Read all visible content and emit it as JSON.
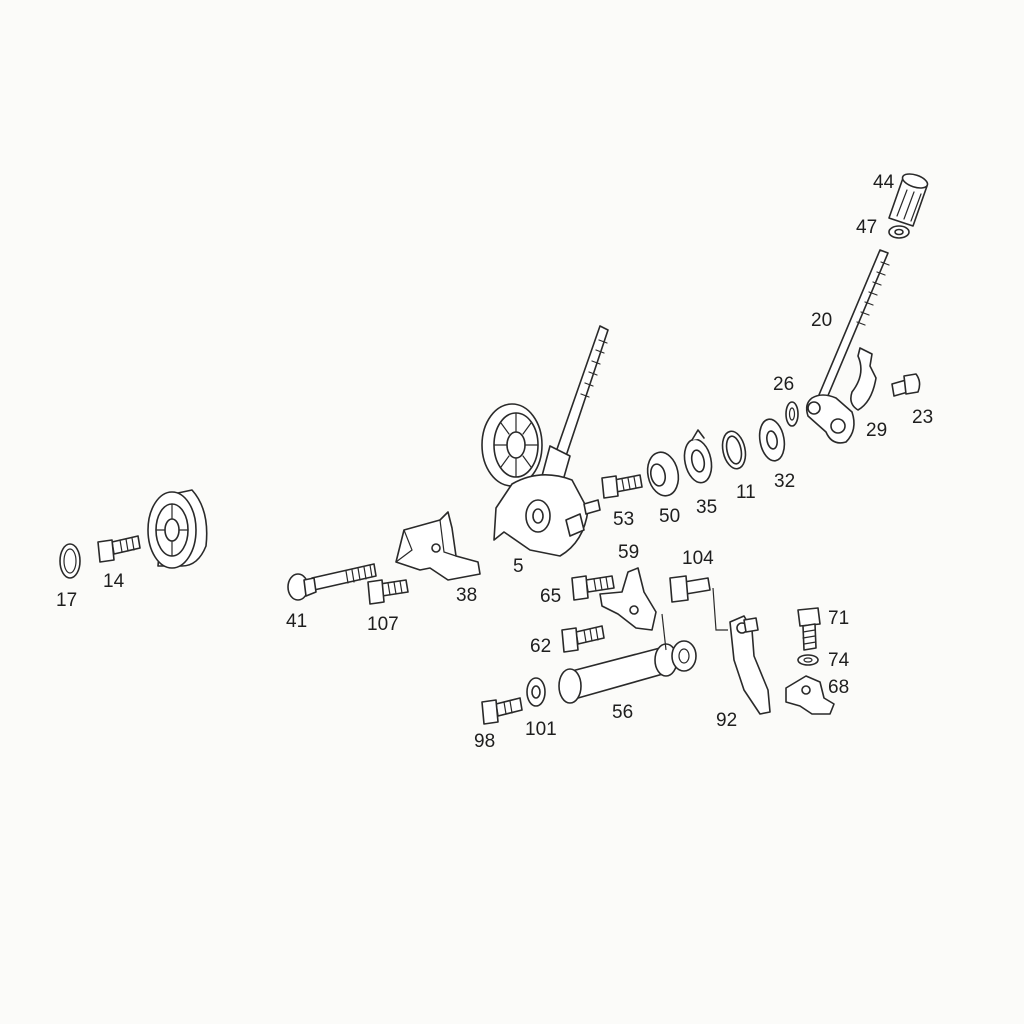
{
  "callouts": {
    "p44": "44",
    "p47": "47",
    "p20": "20",
    "p26": "26",
    "p23": "23",
    "p29": "29",
    "p32": "32",
    "p11": "11",
    "p35": "35",
    "p50": "50",
    "p53": "53",
    "p5": "5",
    "p59": "59",
    "p104": "104",
    "p65": "65",
    "p62": "62",
    "p71": "71",
    "p74": "74",
    "p68": "68",
    "p56": "56",
    "p92": "92",
    "p98": "98",
    "p101": "101",
    "p41": "41",
    "p107": "107",
    "p38": "38",
    "p17": "17",
    "p14": "14"
  }
}
